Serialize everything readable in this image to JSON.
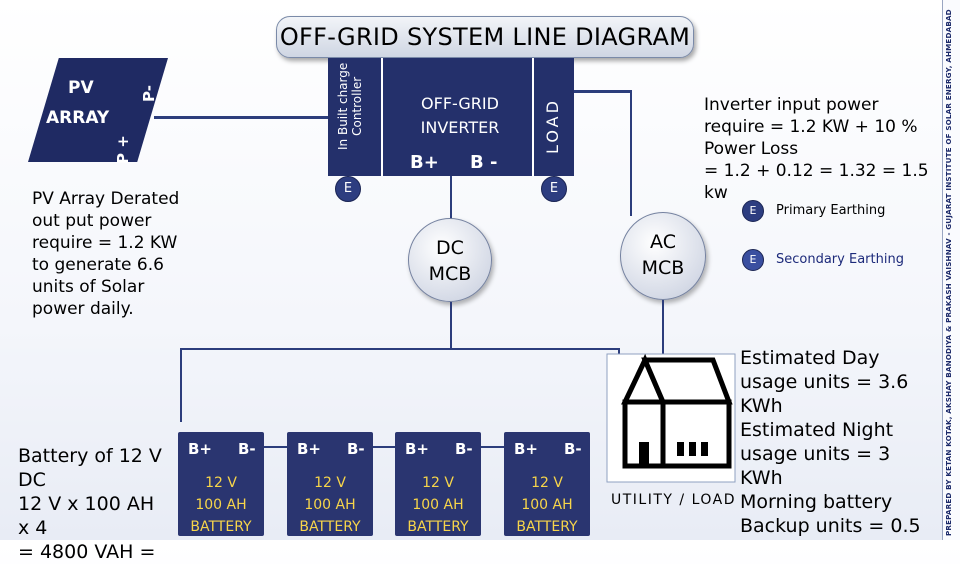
{
  "title": "OFF-GRID SYSTEM LINE DIAGRAM",
  "pv_array": {
    "line1": "PV",
    "line2": "ARRAY",
    "p_minus": "P-",
    "p_plus": "P +"
  },
  "inverter": {
    "controller": [
      "In Built charge",
      "Controller"
    ],
    "label": [
      "OFF-GRID",
      "INVERTER"
    ],
    "b_plus": "B+",
    "b_minus": "B -",
    "load": "LOAD"
  },
  "earth_symbol": "E",
  "dc_mcb": [
    "DC",
    "MCB"
  ],
  "ac_mcb": [
    "AC",
    "MCB"
  ],
  "pv_note": [
    "PV Array Derated",
    "out put power",
    "require = 1.2 KW",
    "to generate 6.6",
    "units of Solar",
    "power daily."
  ],
  "inverter_note": [
    "Inverter input power",
    "require = 1.2 KW + 10 %",
    "Power Loss",
    "= 1.2 + 0.12 = 1.32 = 1.5",
    "kw"
  ],
  "legend": {
    "primary": "Primary Earthing",
    "secondary": "Secondary Earthing"
  },
  "battery_note": [
    "Battery of 12 V",
    "DC",
    "12 V x 100 AH",
    "x 4",
    "= 4800 VAH ="
  ],
  "batteries": [
    {
      "plus": "B+",
      "minus": "B-",
      "volt": "12 V",
      "ah": "100 AH",
      "name": "BATTERY"
    },
    {
      "plus": "B+",
      "minus": "B-",
      "volt": "12 V",
      "ah": "100 AH",
      "name": "BATTERY"
    },
    {
      "plus": "B+",
      "minus": "B-",
      "volt": "12 V",
      "ah": "100 AH",
      "name": "BATTERY"
    },
    {
      "plus": "B+",
      "minus": "B-",
      "volt": "12 V",
      "ah": "100 AH",
      "name": "BATTERY"
    }
  ],
  "utility_label": "UTILITY / LOAD",
  "usage_note": [
    "Estimated Day",
    "usage units = 3.6",
    "KWh",
    "Estimated Night",
    "usage units = 3",
    "KWh",
    "Morning battery",
    "Backup units = 0.5"
  ],
  "credit": "PREPARED BY KETAN KOTAK, AKSHAY BANODIYA & PRAKASH VAISHNAV - GUJARAT INSTITUTE OF SOLAR ENERGY, AHMEDABAD"
}
